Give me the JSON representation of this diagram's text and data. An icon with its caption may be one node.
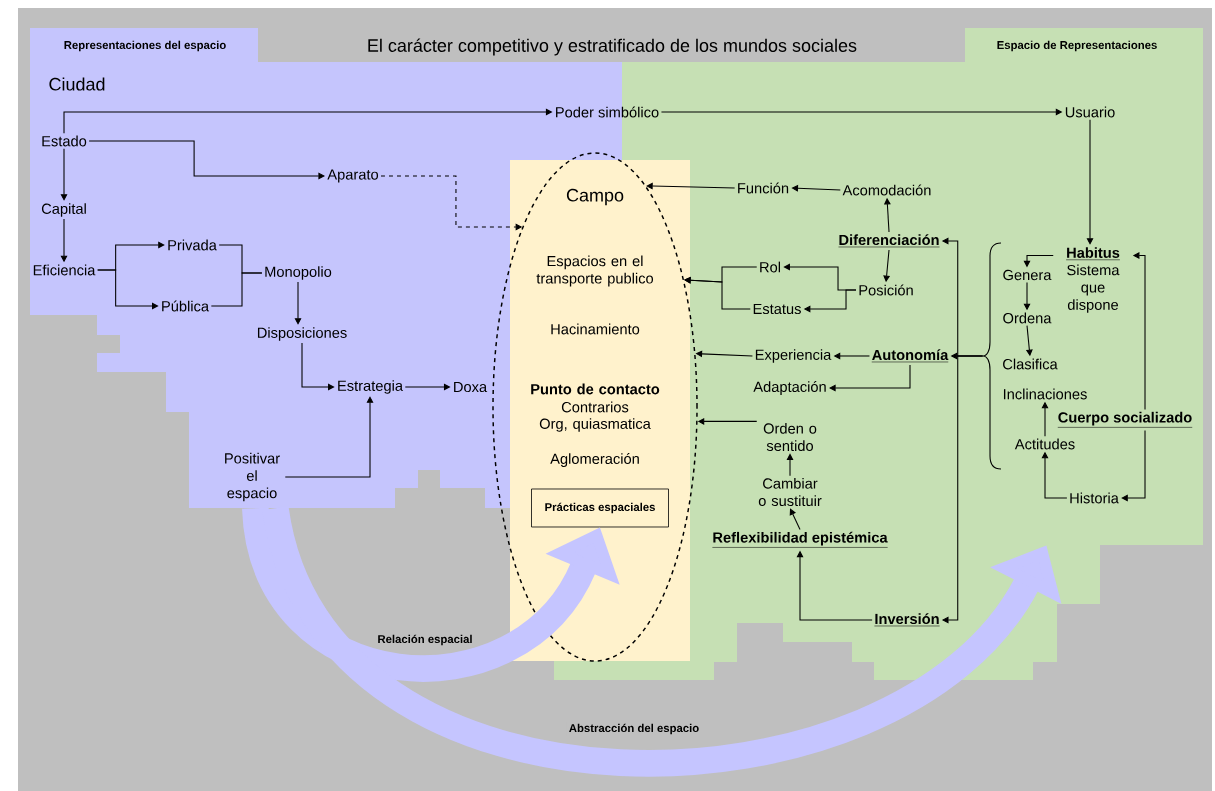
{
  "diagram": {
    "title": "El carácter competitivo y estratificado de los mundos sociales",
    "nodes": [
      {
        "text": [
          "Representaciones del espacio"
        ]
      },
      {
        "text": [
          "Espacio de Representaciones"
        ]
      },
      {
        "text": [
          "Campo",
          "Espacios en el transporte publico",
          "Hacinamiento",
          "Punto de contacto",
          "Contrarios",
          "Org, quiasmatica",
          "Aglomeración"
        ]
      },
      {
        "text": [
          "Prácticas espaciales"
        ],
        "in": 2
      },
      {
        "text": [
          "Estado"
        ],
        "in": 0
      },
      {
        "text": [
          "Capital"
        ],
        "in": 0
      },
      {
        "text": [
          "Eficiencia"
        ],
        "in": 0
      },
      {
        "text": [
          "Privada"
        ],
        "in": 0
      },
      {
        "text": [
          "Pública"
        ],
        "in": 0
      },
      {
        "text": [
          "Monopolio"
        ],
        "in": 0
      },
      {
        "text": [
          "Aparato"
        ],
        "in": 0
      },
      {
        "text": [
          "Disposiciones"
        ],
        "in": 0
      },
      {
        "text": [
          "Estrategia"
        ],
        "in": 0
      },
      {
        "text": [
          "Doxa"
        ],
        "in": 0
      },
      {
        "text": [
          "Positivar el espacio"
        ],
        "in": 0
      },
      {
        "text": [
          "Poder simbólico"
        ]
      },
      {
        "text": [
          "Usuario"
        ],
        "in": 1
      },
      {
        "text": [
          "Función"
        ],
        "in": 1
      },
      {
        "text": [
          "Acomodación"
        ],
        "in": 1
      },
      {
        "text": [
          "Diferenciación"
        ],
        "in": 1
      },
      {
        "text": [
          "Rol"
        ],
        "in": 1
      },
      {
        "text": [
          "Posición"
        ],
        "in": 1
      },
      {
        "text": [
          "Estatus"
        ],
        "in": 1
      },
      {
        "text": [
          "Experiencia"
        ],
        "in": 1
      },
      {
        "text": [
          "Autonomía"
        ],
        "in": 1
      },
      {
        "text": [
          "Adaptación"
        ],
        "in": 1
      },
      {
        "text": [
          "Orden o sentido"
        ],
        "in": 1
      },
      {
        "text": [
          "Cambiar o sustituir"
        ],
        "in": 1
      },
      {
        "text": [
          "Reflexibilidad epistémica"
        ],
        "in": 1
      },
      {
        "text": [
          "Inversión"
        ],
        "in": 1
      },
      {
        "text": [
          "Habitus",
          "Sistema que dispone"
        ],
        "in": 1
      },
      {
        "text": [],
        "shape": "brace",
        "in": 1
      },
      {
        "text": [
          "Genera"
        ],
        "in": 1
      },
      {
        "text": [
          "Ordena"
        ],
        "in": 1
      },
      {
        "text": [
          "Clasifica"
        ],
        "in": 1
      },
      {
        "text": [
          "Inclinaciones"
        ],
        "in": 1
      },
      {
        "text": [
          "Actitudes"
        ],
        "in": 1
      },
      {
        "text": [
          "Cuerpo socializado"
        ],
        "in": 1
      },
      {
        "text": [
          "Historia"
        ],
        "in": 1
      }
    ],
    "edges": [
      {
        "from": 4,
        "to": 15,
        "arrow": "to"
      },
      {
        "from": 4,
        "to": 10,
        "arrow": "to"
      },
      {
        "from": 4,
        "to": 5,
        "arrow": "to"
      },
      {
        "from": 5,
        "to": 6,
        "arrow": "to"
      },
      {
        "from": 6,
        "to": 7,
        "arrow": "to"
      },
      {
        "from": 6,
        "to": 8,
        "arrow": "to"
      },
      {
        "from": 7,
        "to": 9,
        "arrow": "none"
      },
      {
        "from": 8,
        "to": 9,
        "arrow": "none"
      },
      {
        "from": 9,
        "to": 11,
        "arrow": "to"
      },
      {
        "from": 11,
        "to": 12,
        "arrow": "to"
      },
      {
        "from": 12,
        "to": 13,
        "arrow": "to"
      },
      {
        "from": 14,
        "to": 12,
        "arrow": "to"
      },
      {
        "from": 10,
        "to": 2,
        "arrow": "to",
        "style": "dashed"
      },
      {
        "from": 15,
        "to": 16,
        "arrow": "to"
      },
      {
        "from": 16,
        "to": 30,
        "arrow": "to"
      },
      {
        "from": 18,
        "to": 17,
        "arrow": "to"
      },
      {
        "from": 17,
        "to": 2,
        "arrow": "to"
      },
      {
        "from": 19,
        "to": 18,
        "arrow": "to"
      },
      {
        "from": 19,
        "to": 21,
        "arrow": "to"
      },
      {
        "from": 21,
        "to": 20,
        "arrow": "to"
      },
      {
        "from": 21,
        "to": 22,
        "arrow": "to"
      },
      {
        "from": 20,
        "to": 2,
        "arrow": "to"
      },
      {
        "from": 22,
        "to": 2,
        "arrow": "to"
      },
      {
        "from": 24,
        "to": 23,
        "arrow": "to"
      },
      {
        "from": 24,
        "to": 25,
        "arrow": "to"
      },
      {
        "from": 23,
        "to": 2,
        "arrow": "to"
      },
      {
        "from": 26,
        "to": 2,
        "arrow": "to"
      },
      {
        "from": 27,
        "to": 26,
        "arrow": "to"
      },
      {
        "from": 28,
        "to": 27,
        "arrow": "to"
      },
      {
        "from": 29,
        "to": 28,
        "arrow": "to"
      },
      {
        "from": 31,
        "to": 19,
        "arrow": "to"
      },
      {
        "from": 31,
        "to": 24,
        "arrow": "to"
      },
      {
        "from": 31,
        "to": 29,
        "arrow": "to"
      },
      {
        "from": 30,
        "to": 32,
        "arrow": "to"
      },
      {
        "from": 32,
        "to": 33,
        "arrow": "to"
      },
      {
        "from": 33,
        "to": 34,
        "arrow": "to"
      },
      {
        "from": 36,
        "to": 35,
        "arrow": "to"
      },
      {
        "from": 38,
        "to": 36,
        "arrow": "to"
      },
      {
        "from": 37,
        "to": 30,
        "arrow": "to"
      },
      {
        "from": 37,
        "to": 38,
        "arrow": "to"
      },
      {
        "from": 0,
        "to": 3,
        "arrow": "to",
        "style": "thick",
        "color": "#c5c5ff",
        "label": "Relación espacial"
      },
      {
        "from": 0,
        "to": 1,
        "arrow": "to",
        "style": "thick",
        "color": "#c5c5ff",
        "label": "Abstracción del espacio"
      }
    ],
    "labels": [
      "Ciudad"
    ]
  }
}
